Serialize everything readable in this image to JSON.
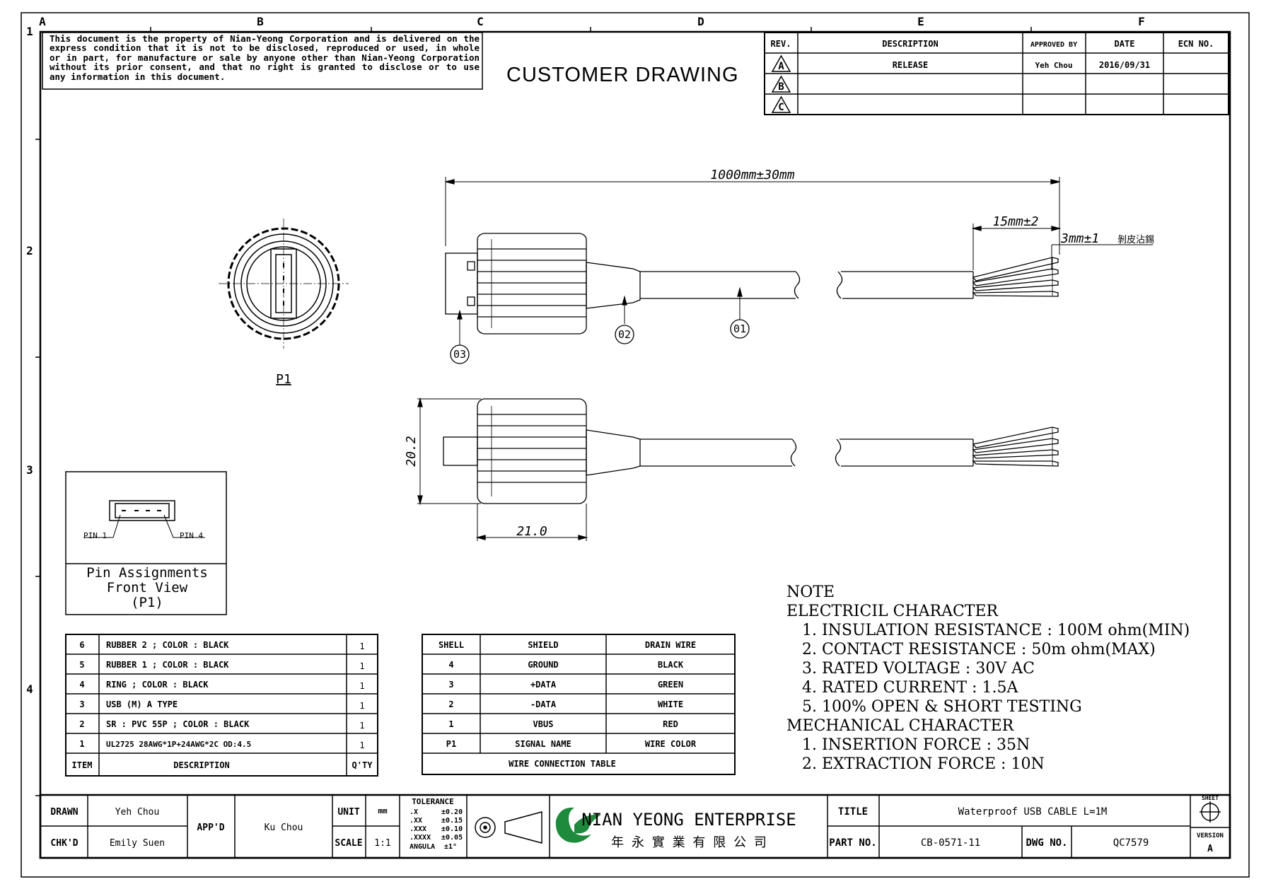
{
  "disclaimer": "This document is the property of Nian-Yeong Corporation and is delivered on the express condition that it is not to be disclosed, reproduced or used, in whole or in part, for manufacture or sale by anyone other than Nian-Yeong Corporation without its prior consent, and that no right is granted to disclose or to use any information in this document.",
  "drawing_title": "CUSTOMER DRAWING",
  "grid": {
    "columns": [
      "A",
      "B",
      "C",
      "D",
      "E",
      "F"
    ],
    "rows": [
      "1",
      "2",
      "3",
      "4"
    ]
  },
  "revision_table": {
    "headers": [
      "REV.",
      "DESCRIPTION",
      "APPROVED BY",
      "DATE",
      "ECN NO."
    ],
    "rows": [
      {
        "rev": "A",
        "description": "RELEASE",
        "approved_by": "Yeh Chou",
        "date": "2016/09/31",
        "ecn": ""
      },
      {
        "rev": "B",
        "description": "",
        "approved_by": "",
        "date": "",
        "ecn": ""
      },
      {
        "rev": "C",
        "description": "",
        "approved_by": "",
        "date": "",
        "ecn": ""
      }
    ]
  },
  "dimensions": {
    "total_length": "1000mm±30mm",
    "strip": "15mm±2",
    "tin": "3mm±1",
    "tin_note": "剝皮沾錫",
    "height": "20.2",
    "width": "21.0"
  },
  "balloons": [
    "03",
    "02",
    "01"
  ],
  "p1_label": "P1",
  "pin_view": {
    "pin1": "PIN 1",
    "pin4": "PIN 4",
    "caption": [
      "Pin Assignments",
      "Front View",
      "(P1)"
    ]
  },
  "bom": {
    "rows": [
      {
        "item": "6",
        "description": "RUBBER 2 ; COLOR : BLACK",
        "qty": "1"
      },
      {
        "item": "5",
        "description": "RUBBER 1 ; COLOR : BLACK",
        "qty": "1"
      },
      {
        "item": "4",
        "description": "RING ; COLOR : BLACK",
        "qty": "1"
      },
      {
        "item": "3",
        "description": "USB (M) A TYPE",
        "qty": "1"
      },
      {
        "item": "2",
        "description": "SR : PVC 55P ; COLOR : BLACK",
        "qty": "1"
      },
      {
        "item": "1",
        "description": "UL2725 28AWG*1P+24AWG*2C OD:4.5",
        "qty": "1"
      }
    ],
    "headers": {
      "item": "ITEM",
      "description": "DESCRIPTION",
      "qty": "Q'TY"
    }
  },
  "wire_table": {
    "rows": [
      [
        "SHELL",
        "SHIELD",
        "DRAIN WIRE"
      ],
      [
        "4",
        "GROUND",
        "BLACK"
      ],
      [
        "3",
        "+DATA",
        "GREEN"
      ],
      [
        "2",
        "-DATA",
        "WHITE"
      ],
      [
        "1",
        "VBUS",
        "RED"
      ],
      [
        "P1",
        "SIGNAL NAME",
        "WIRE COLOR"
      ]
    ],
    "caption": "WIRE CONNECTION TABLE"
  },
  "notes": {
    "heading": "NOTE",
    "electrical_heading": "ELECTRICIL CHARACTER",
    "electrical": [
      "1. INSULATION RESISTANCE : 100M ohm(MIN)",
      "2. CONTACT RESISTANCE : 50m ohm(MAX)",
      "3. RATED VOLTAGE : 30V AC",
      "4. RATED CURRENT : 1.5A",
      "5. 100% OPEN & SHORT TESTING"
    ],
    "mechanical_heading": "MECHANICAL CHARACTER",
    "mechanical": [
      "1. INSERTION FORCE : 35N",
      "2. EXTRACTION FORCE : 10N"
    ]
  },
  "title_block": {
    "drawn_label": "DRAWN",
    "drawn": "Yeh Chou",
    "chkd_label": "CHK'D",
    "chkd": "Emily Suen",
    "appd_label": "APP'D",
    "appd": "Ku Chou",
    "unit_label": "UNIT",
    "unit": "mm",
    "scale_label": "SCALE",
    "scale": "1:1",
    "tolerance_label": "TOLERANCE",
    "tolerances": [
      [
        ".X",
        "±0.20"
      ],
      [
        ".XX",
        "±0.15"
      ],
      [
        ".XXX",
        "±0.10"
      ],
      [
        ".XXXX",
        "±0.05"
      ],
      [
        "ANGULA",
        "±1°"
      ]
    ],
    "company_en": "NIAN YEONG ENTERPRISE",
    "company_zh": "年 永 實 業 有 限 公 司",
    "title_label": "TITLE",
    "title": "Waterproof USB CABLE L=1M",
    "part_label": "PART NO.",
    "part": "CB-0571-11",
    "dwg_label": "DWG NO.",
    "dwg": "QC7579",
    "sheet_label": "SHEET",
    "version_label": "VERSION",
    "version": "A"
  },
  "colors": {
    "ink": "#000000",
    "logo_green": "#1e8a3c"
  }
}
